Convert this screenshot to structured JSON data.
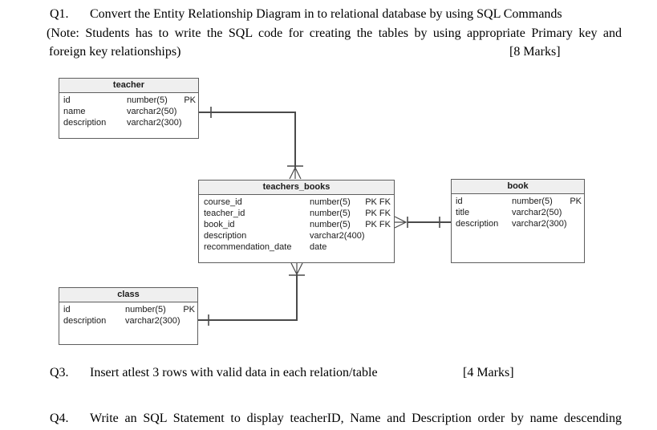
{
  "questions": {
    "q1": {
      "label": "Q1.",
      "text": "Convert the Entity Relationship Diagram in to relational database by using SQL Commands"
    },
    "note": {
      "line1": "(Note: Students has to write the SQL code for creating the tables by using appropriate Primary key and",
      "line2": "foreign key relationships)",
      "marks": "[8 Marks]"
    },
    "q3": {
      "label": "Q3.",
      "text": "Insert atlest 3 rows with valid data in each relation/table",
      "marks": "[4 Marks]"
    },
    "q4": {
      "label": "Q4.",
      "text": "Write an SQL Statement to display teacherID, Name and Description order by name descending"
    }
  },
  "erd": {
    "teacher": {
      "title": "teacher",
      "rows": [
        {
          "name": "id",
          "type": "number(5)",
          "key": "PK"
        },
        {
          "name": "name",
          "type": "varchar2(50)",
          "key": ""
        },
        {
          "name": "description",
          "type": "varchar2(300)",
          "key": ""
        }
      ]
    },
    "teachers_books": {
      "title": "teachers_books",
      "rows": [
        {
          "name": "course_id",
          "type": "number(5)",
          "key": "PK FK"
        },
        {
          "name": "teacher_id",
          "type": "number(5)",
          "key": "PK FK"
        },
        {
          "name": "book_id",
          "type": "number(5)",
          "key": "PK FK"
        },
        {
          "name": "description",
          "type": "varchar2(400)",
          "key": ""
        },
        {
          "name": "recommendation_date",
          "type": "date",
          "key": ""
        }
      ]
    },
    "book": {
      "title": "book",
      "rows": [
        {
          "name": "id",
          "type": "number(5)",
          "key": "PK"
        },
        {
          "name": "title",
          "type": "varchar2(50)",
          "key": ""
        },
        {
          "name": "description",
          "type": "varchar2(300)",
          "key": ""
        }
      ]
    },
    "class": {
      "title": "class",
      "rows": [
        {
          "name": "id",
          "type": "number(5)",
          "key": "PK"
        },
        {
          "name": "description",
          "type": "varchar2(300)",
          "key": ""
        }
      ]
    }
  },
  "colors": {
    "diagram_border": "#5e5e5e",
    "diagram_header_bg": "#efefef",
    "diagram_line": "#4a4a4a",
    "text": "#000000"
  }
}
